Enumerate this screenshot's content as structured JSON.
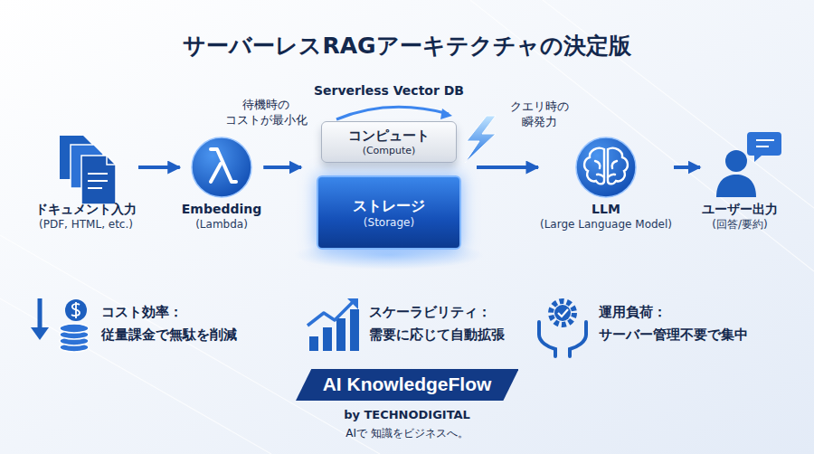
{
  "diagram": {
    "title": "サーバーレスRAGアーキテクチャの決定版",
    "nodes": [
      {
        "text": [
          "ドキュメント入力",
          "(PDF, HTML, etc.)"
        ]
      },
      {
        "text": [
          "Embedding",
          "(Lambda)"
        ]
      },
      {
        "text": [
          "Serverless Vector DB"
        ]
      },
      {
        "text": [
          "コンピュート",
          "(Compute)"
        ],
        "in": 2
      },
      {
        "text": [
          "ストレージ",
          "(Storage)"
        ],
        "in": 2
      },
      {
        "text": [
          "LLM",
          "(Large Language Model)"
        ]
      },
      {
        "text": [
          "ユーザー出力",
          "(回答/要約)"
        ]
      },
      {
        "text": [
          "AI KnowledgeFlow"
        ]
      }
    ],
    "edges": [
      {
        "from": 0,
        "to": 1,
        "arrow": "to"
      },
      {
        "from": 1,
        "to": 2,
        "arrow": "to"
      },
      {
        "from": 2,
        "to": 5,
        "arrow": "to"
      },
      {
        "from": 5,
        "to": 6,
        "arrow": "to"
      }
    ],
    "labels": [
      "待機時の コストが最小化",
      "クエリ時の 瞬発力",
      "コスト効率：",
      "従量課金で無駄を削減",
      "スケーラビリティ：",
      "需要に応じて自動拡張",
      "運用負荷：",
      "サーバー管理不要で集中",
      "by TECHNODIGITAL",
      "AIで 知識をビジネスへ。"
    ]
  }
}
